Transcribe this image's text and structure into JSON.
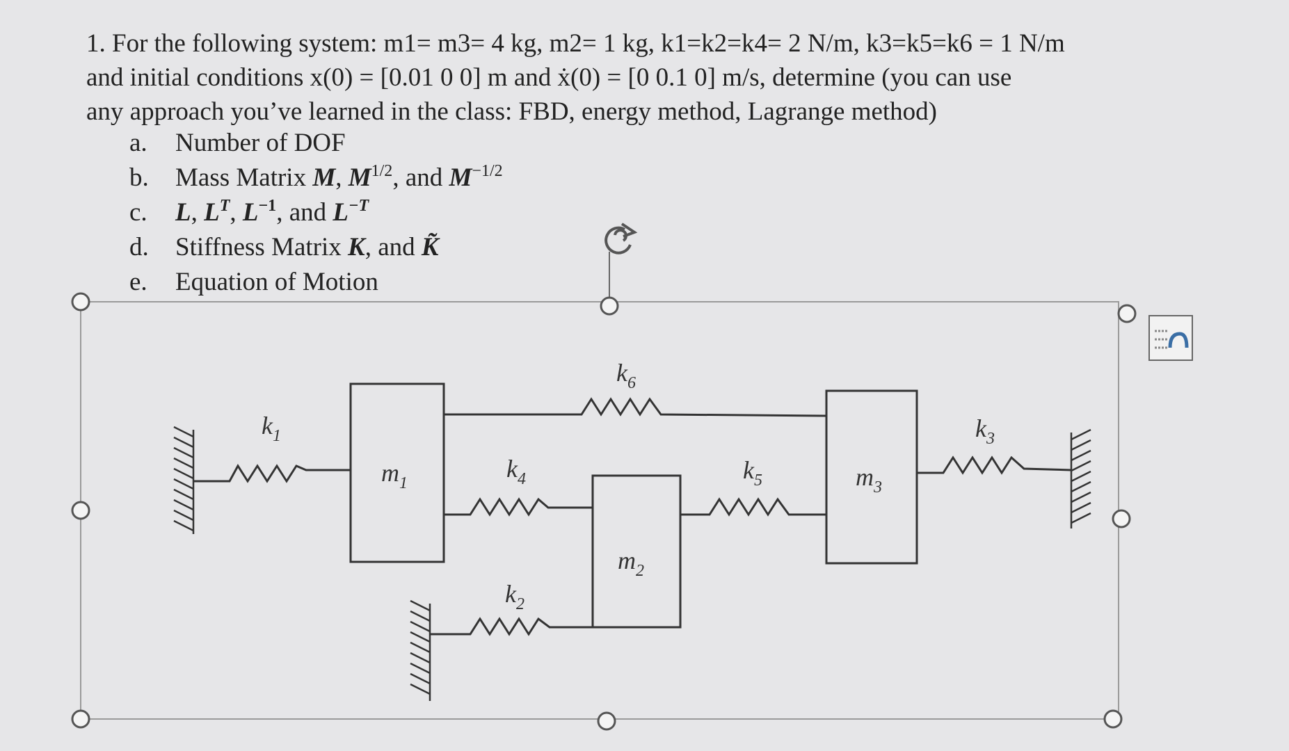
{
  "problem": {
    "line1": "1. For the following system: m1= m3= 4 kg, m2= 1 kg, k1=k2=k4= 2 N/m, k3=k5=k6 = 1 N/m",
    "line2": "and initial conditions x(0)  =  [0.01  0 0] m and ẋ(0)  =  [0 0.1 0] m/s, determine (you can use",
    "line3": "any approach you’ve learned in the class: FBD, energy method, Lagrange method)"
  },
  "items": [
    {
      "letter": "a.",
      "text": "Number of DOF"
    },
    {
      "letter": "b.",
      "pre": "Mass Matrix ",
      "m": "M",
      "sep1": ", ",
      "m2": "M",
      "sup1": "1/2",
      "mid": ", and ",
      "m3": "M",
      "sup2": "−1/2"
    },
    {
      "letter": "c.",
      "l1": "L",
      "sep": ", ",
      "l2": "L",
      "sup1": "T",
      "l3": "L",
      "sup2": "−1",
      "and": ", and ",
      "l4": "L",
      "sup3": "−T"
    },
    {
      "letter": "d.",
      "pre": "Stiffness Matrix ",
      "k": "K",
      "and": ", and ",
      "k2": "K̃"
    },
    {
      "letter": "e.",
      "text": "Equation of Motion"
    }
  ],
  "diagram": {
    "masses": {
      "m1": "m",
      "m1_sub": "1",
      "m2": "m",
      "m2_sub": "2",
      "m3": "m",
      "m3_sub": "3"
    },
    "springs": {
      "k1": "k",
      "k1_sub": "1",
      "k2": "k",
      "k2_sub": "2",
      "k3": "k",
      "k3_sub": "3",
      "k4": "k",
      "k4_sub": "4",
      "k5": "k",
      "k5_sub": "5",
      "k6": "k",
      "k6_sub": "6"
    }
  },
  "icons": [
    "rotate-handle-icon",
    "layout-options-icon"
  ]
}
